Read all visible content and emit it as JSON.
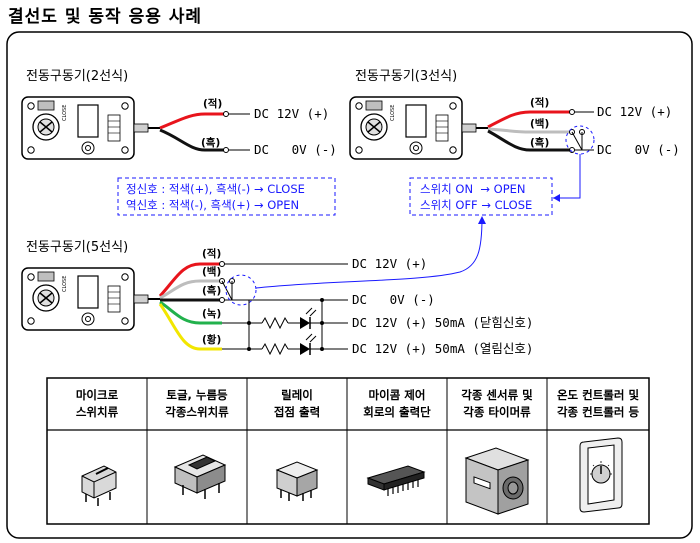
{
  "title": "결선도 및 동작 응용 사례",
  "sections": {
    "two_wire": {
      "label": "전동구동기(2선식)",
      "wires": [
        {
          "color_label": "(적)",
          "terminal": "DC 12V (+)",
          "wire_color": "#e8141c"
        },
        {
          "color_label": "(흑)",
          "terminal": "DC   0V (-)",
          "wire_color": "#111111"
        }
      ],
      "note_lines": [
        "정신호 : 적색(+), 흑색(-) → CLOSE",
        "역신호 : 적색(-), 흑색(+) → OPEN"
      ]
    },
    "three_wire": {
      "label": "전동구동기(3선식)",
      "wires": [
        {
          "color_label": "(적)",
          "terminal": "DC 12V (+)",
          "wire_color": "#e8141c"
        },
        {
          "color_label": "(백)",
          "terminal": "",
          "wire_color": "#bdbdbd"
        },
        {
          "color_label": "(흑)",
          "terminal": "DC   0V (-)",
          "wire_color": "#111111"
        }
      ],
      "note_lines": [
        "스위치 ON  → OPEN",
        "스위치 OFF → CLOSE"
      ]
    },
    "five_wire": {
      "label": "전동구동기(5선식)",
      "wires": [
        {
          "color_label": "(적)",
          "terminal": "DC 12V (+)",
          "wire_color": "#e8141c"
        },
        {
          "color_label": "(백)",
          "terminal": "",
          "wire_color": "#bdbdbd"
        },
        {
          "color_label": "(흑)",
          "terminal": "DC   0V (-)",
          "wire_color": "#111111"
        },
        {
          "color_label": "(녹)",
          "terminal": "DC 12V (+) 50mA (닫힘신호)",
          "wire_color": "#22b14c"
        },
        {
          "color_label": "(황)",
          "terminal": "DC 12V (+) 50mA (열림신호)",
          "wire_color": "#f2e600"
        }
      ]
    }
  },
  "device_text": "CLOSE",
  "applications": [
    {
      "line1": "마이크로",
      "line2": "스위치류",
      "icon": "micro-switch-icon"
    },
    {
      "line1": "토글, 누름등",
      "line2": "각종스위치류",
      "icon": "toggle-switch-icon"
    },
    {
      "line1": "릴레이",
      "line2": "접점 출력",
      "icon": "relay-icon"
    },
    {
      "line1": "마이콤 제어",
      "line2": "회로의 출력단",
      "icon": "ic-chip-icon"
    },
    {
      "line1": "각종 센서류 및",
      "line2": "각종 타이머류",
      "icon": "timer-icon"
    },
    {
      "line1": "온도 컨트롤러 및",
      "line2": "각종 컨트롤러 등",
      "icon": "thermostat-icon"
    }
  ]
}
